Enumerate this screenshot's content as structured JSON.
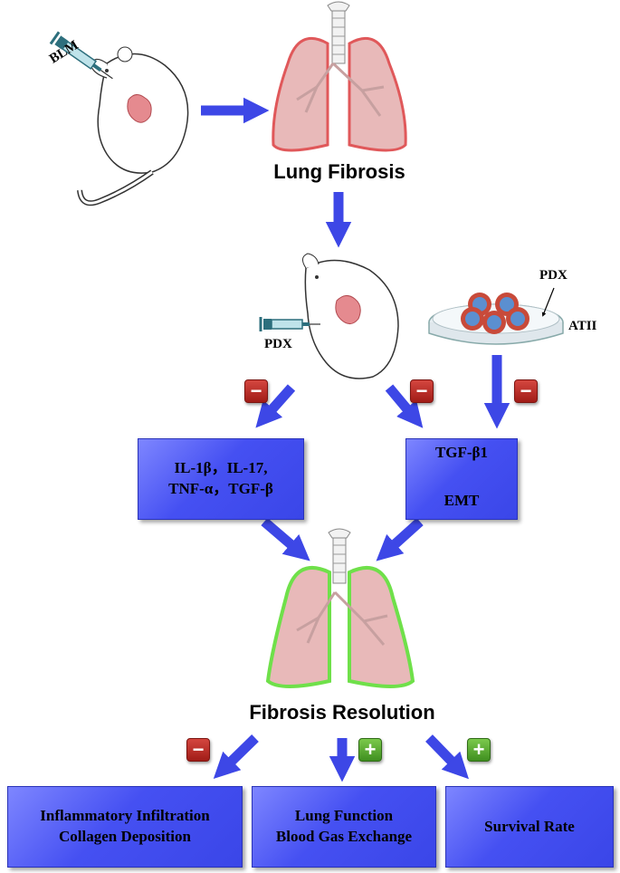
{
  "labels": {
    "blm": "BLM",
    "lung_fibrosis": "Lung Fibrosis",
    "pdx_mouse": "PDX",
    "pdx_dish": "PDX",
    "atii": "ATII",
    "fibrosis_resolution": "Fibrosis Resolution"
  },
  "boxes": {
    "cytokines": {
      "line1": "IL-1β，IL-17,",
      "line2": "TNF-α，TGF-β"
    },
    "tgf": {
      "line1": "TGF-β1",
      "line2": "EMT"
    },
    "inflammatory": {
      "line1": "Inflammatory Infiltration",
      "line2": "Collagen Deposition"
    },
    "lung_function": {
      "line1": "Lung Function",
      "line2": "Blood Gas Exchange"
    },
    "survival": {
      "line1": "Survival Rate"
    }
  },
  "signs": {
    "minus": "−",
    "plus": "+"
  },
  "colors": {
    "arrow": "#3d47e6",
    "box": "#4550f2",
    "minus_sign": "#b3221c",
    "plus_sign": "#4fa52c",
    "fibrotic_lung_outline": "#e0585a",
    "healthy_lung_outline": "#6fe04a",
    "lung_fill": "#e8b9b9"
  },
  "icons": [
    "syringe-icon",
    "mouse-icon",
    "lung-icon",
    "petri-dish-icon",
    "cell-icon"
  ]
}
